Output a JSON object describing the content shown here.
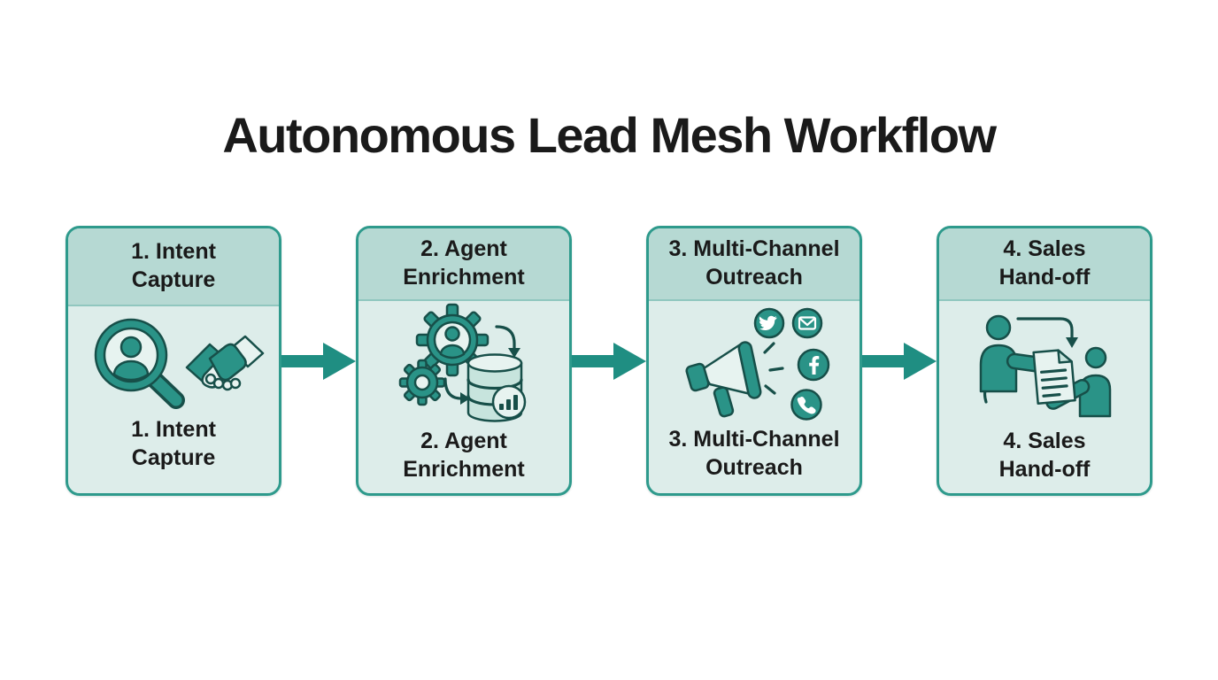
{
  "title": "Autonomous Lead Mesh Workflow",
  "colors": {
    "card_border": "#2e9a8c",
    "card_header_bg": "#b6d9d3",
    "card_body_bg": "#ddedea",
    "arrow": "#1f8e82",
    "icon_teal": "#2a9387",
    "icon_dark": "#174f49",
    "icon_light": "#e7f3f0",
    "db_fill": "#c7e4dd",
    "text": "#1a1a1a"
  },
  "steps": [
    {
      "id": "intent-capture",
      "header_lines": [
        "1. Intent",
        "Capture"
      ],
      "label_lines": [
        "1. Intent",
        "Capture"
      ],
      "icons": [
        "user-search-icon",
        "handshake-icon"
      ]
    },
    {
      "id": "agent-enrichment",
      "header_lines": [
        "2. Agent",
        "Enrichment"
      ],
      "label_lines": [
        "2. Agent",
        "Enrichment"
      ],
      "icons": [
        "gear-agent-icon",
        "small-gear-icon",
        "database-icon",
        "sync-arrow-icon",
        "chart-bubble-icon"
      ]
    },
    {
      "id": "multi-channel-outreach",
      "header_lines": [
        "3. Multi-Channel",
        "Outreach"
      ],
      "label_lines": [
        "3. Multi-Channel",
        "Outreach"
      ],
      "icons": [
        "megaphone-icon",
        "twitter-icon",
        "email-icon",
        "facebook-icon",
        "phone-icon"
      ]
    },
    {
      "id": "sales-hand-off",
      "header_lines": [
        "4. Sales",
        "Hand-off"
      ],
      "label_lines": [
        "4. Sales",
        "Hand-off"
      ],
      "icons": [
        "salesperson-icon",
        "document-icon",
        "recipient-icon",
        "cycle-arrows-icon"
      ]
    }
  ],
  "connector": {
    "name": "flow-arrow",
    "direction": "right",
    "count": 3
  }
}
